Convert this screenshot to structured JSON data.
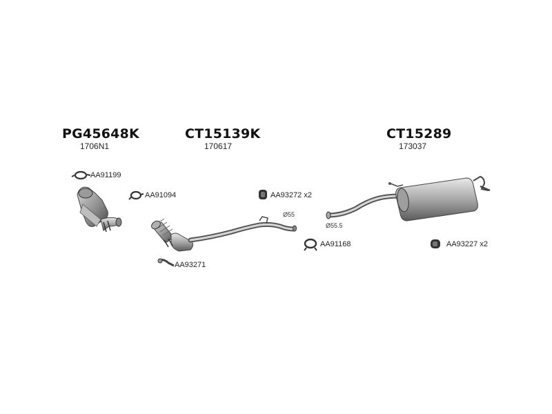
{
  "assemblies": [
    {
      "code": "PG45648K",
      "ref": "1706N1"
    },
    {
      "code": "CT15139K",
      "ref": "170617"
    },
    {
      "code": "CT15289",
      "ref": "173037"
    }
  ],
  "parts": {
    "clamp_a": "AA91199",
    "clamp_b": "AA91094",
    "bracket_a": "AA93271",
    "hanger_a": "AA93272 x2",
    "clamp_c": "AA91168",
    "hanger_b": "AA93227 x2"
  },
  "diameters": {
    "front_pipe": "Ø55",
    "rear_pipe": "Ø55.5"
  }
}
